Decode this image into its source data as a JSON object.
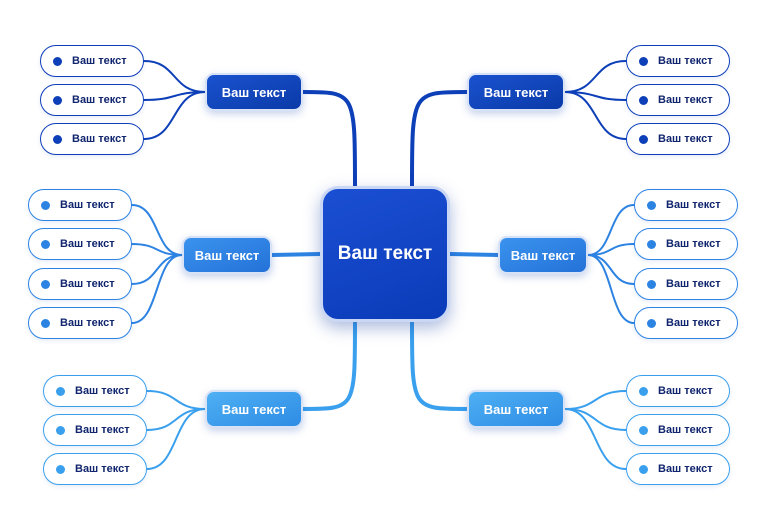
{
  "colors": {
    "dark": "#0d3fb8",
    "medium": "#2d83e2",
    "light": "#3aa0ee"
  },
  "central": {
    "label": "Ваш текст"
  },
  "branches": [
    {
      "id": "top-left",
      "side": "left",
      "tone": "dark",
      "label": "Ваш текст",
      "children": [
        "Ваш текст",
        "Ваш текст",
        "Ваш текст"
      ]
    },
    {
      "id": "top-right",
      "side": "right",
      "tone": "dark",
      "label": "Ваш текст",
      "children": [
        "Ваш текст",
        "Ваш текст",
        "Ваш текст"
      ]
    },
    {
      "id": "mid-left",
      "side": "left",
      "tone": "medium",
      "label": "Ваш текст",
      "children": [
        "Ваш текст",
        "Ваш текст",
        "Ваш текст",
        "Ваш текст"
      ]
    },
    {
      "id": "mid-right",
      "side": "right",
      "tone": "medium",
      "label": "Ваш текст",
      "children": [
        "Ваш текст",
        "Ваш текст",
        "Ваш текст",
        "Ваш текст"
      ]
    },
    {
      "id": "bottom-left",
      "side": "left",
      "tone": "light",
      "label": "Ваш текст",
      "children": [
        "Ваш текст",
        "Ваш текст",
        "Ваш текст"
      ]
    },
    {
      "id": "bottom-right",
      "side": "right",
      "tone": "light",
      "label": "Ваш текст",
      "children": [
        "Ваш текст",
        "Ваш текст",
        "Ваш текст"
      ]
    }
  ]
}
